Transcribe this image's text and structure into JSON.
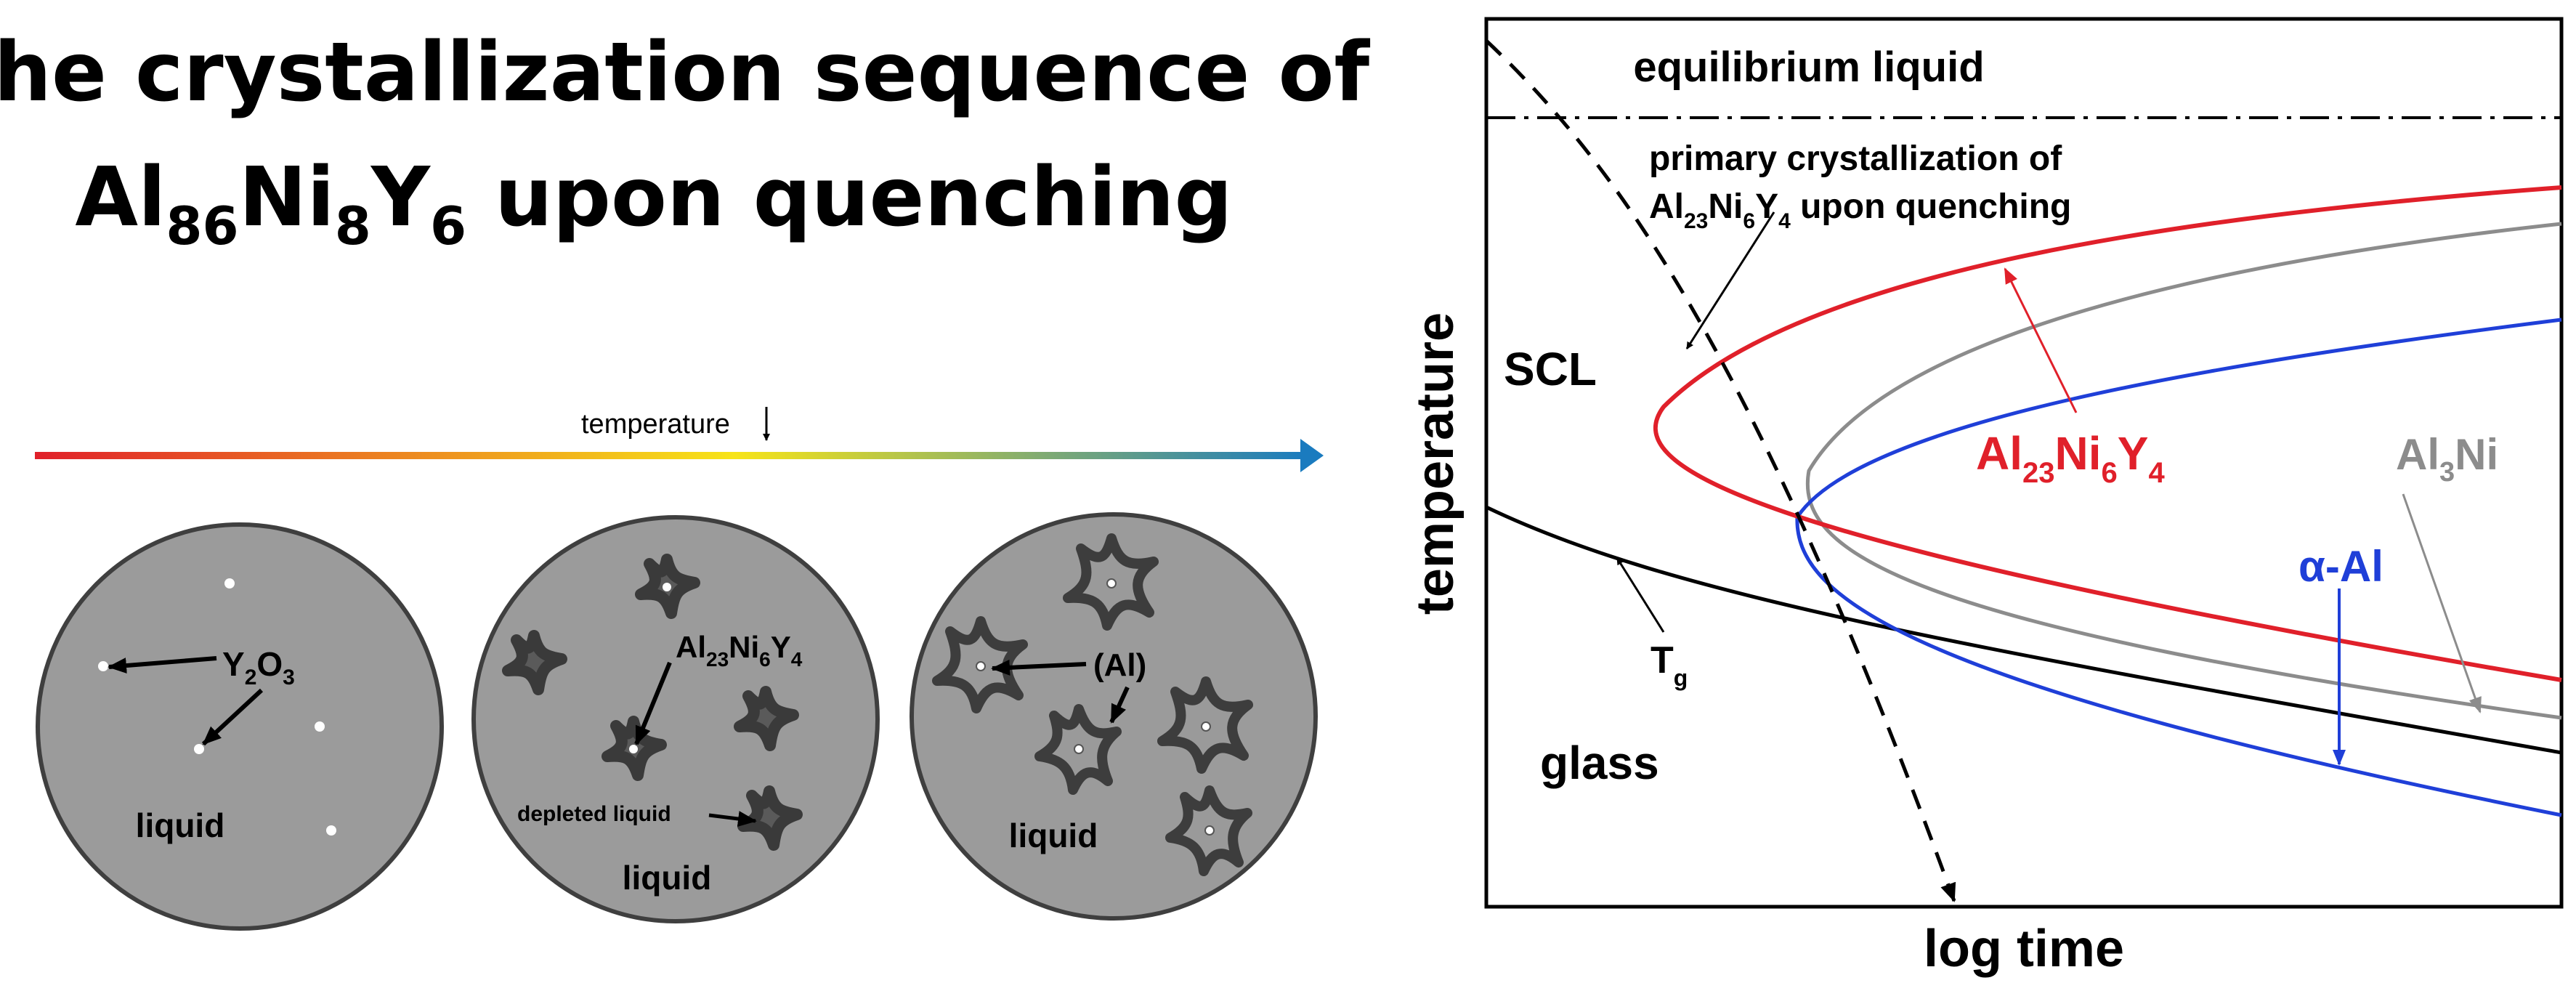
{
  "title": {
    "line1": "The crystallization sequence of",
    "line2_parts": [
      "Al",
      "86",
      "Ni",
      "8",
      "Y",
      "6",
      " upon quenching"
    ]
  },
  "gradient_arrow": {
    "label": "temperature",
    "colors": [
      "#e0202a",
      "#f7e417",
      "#1a7bbf"
    ]
  },
  "circles": {
    "c1": {
      "label_y2o3": [
        "Y",
        "2",
        "O",
        "3"
      ],
      "label_liquid": "liquid"
    },
    "c2": {
      "label_phase": [
        "Al",
        "23",
        "Ni",
        "6",
        "Y",
        "4"
      ],
      "label_depleted": "depleted liquid",
      "label_liquid": "liquid"
    },
    "c3": {
      "label_al": "(Al)",
      "label_liquid": "liquid"
    }
  },
  "ttt": {
    "xlabel": "log time",
    "ylabel": "temperature",
    "equilibrium_liquid": "equilibrium liquid",
    "primary_line1": "primary crystallization of",
    "primary_line2": [
      "Al",
      "23",
      "Ni",
      "6",
      "Y",
      "4",
      " upon quenching"
    ],
    "scl": "SCL",
    "glass": "glass",
    "tg": [
      "T",
      "g"
    ],
    "curve_al23": {
      "label": [
        "Al",
        "23",
        "Ni",
        "6",
        "Y",
        "4"
      ],
      "color": "#e0202a"
    },
    "curve_al3ni": {
      "label": [
        "Al",
        "3",
        "Ni"
      ],
      "color": "#8c8c8c"
    },
    "curve_alpha": {
      "label": "α-Al",
      "color": "#1f3fd8"
    }
  }
}
